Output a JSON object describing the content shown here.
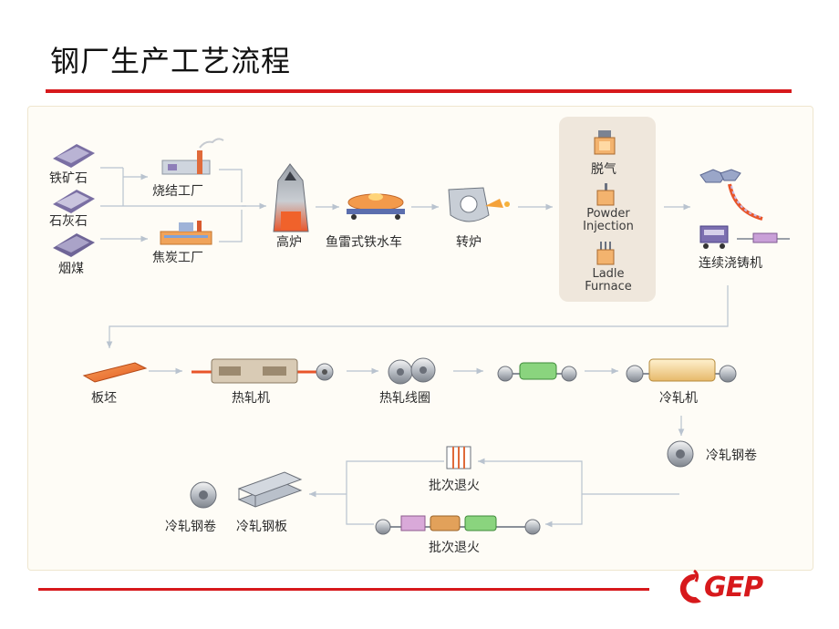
{
  "title": "钢厂生产工艺流程",
  "logo_text": "GEP",
  "colors": {
    "accent": "#d7191c",
    "arrow": "#b9c3cf",
    "panel": "#fefcf6",
    "secondary_panel": "#efe7dc"
  },
  "labels": {
    "iron_ore": "铁矿石",
    "limestone": "石灰石",
    "coal": "烟煤",
    "sinter_plant": "烧结工厂",
    "coke_plant": "焦炭工厂",
    "blast_furnace": "高炉",
    "torpedo_car": "鱼雷式铁水车",
    "converter": "转炉",
    "degassing": "脱气",
    "powder_injection": "Powder Injection",
    "ladle_furnace": "Ladle Furnace",
    "continuous_casting": "连续浇铸机",
    "slab": "板坯",
    "hot_rolling_mill": "热轧机",
    "hot_rolled_coil": "热轧线圈",
    "cold_rolling_mill": "冷轧机",
    "cold_rolled_coil_right": "冷轧钢卷",
    "batch_annealing_top": "批次退火",
    "batch_annealing_bottom": "批次退火",
    "cold_rolled_coil": "冷轧钢卷",
    "cold_rolled_sheet": "冷轧钢板"
  }
}
